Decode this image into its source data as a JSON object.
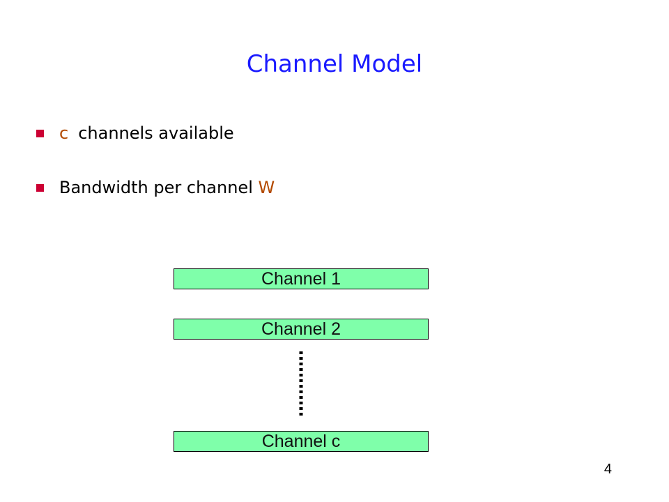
{
  "slide": {
    "title": "Channel Model",
    "bullets": [
      {
        "var": "c",
        "text": "channels available"
      },
      {
        "text": "Bandwidth per channel",
        "var": "W"
      }
    ],
    "channels": [
      "Channel 1",
      "Channel 2",
      "Channel c"
    ],
    "page_number": "4"
  },
  "colors": {
    "title": "#1a1aff",
    "bullet_marker": "#cc0033",
    "variable": "#b34a00",
    "channel_fill": "#7fffaa"
  },
  "icons": {
    "bullet": "square-bullet-icon",
    "ellipsis": "vertical-dots-icon"
  }
}
